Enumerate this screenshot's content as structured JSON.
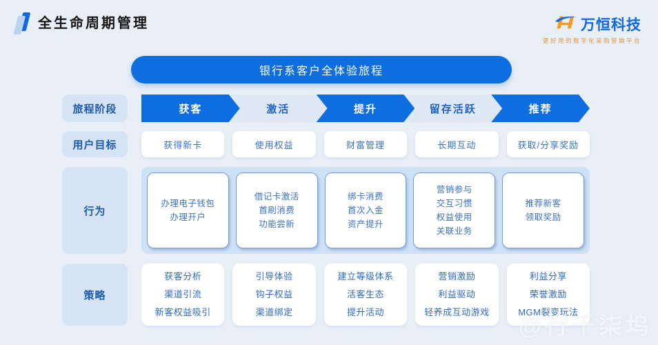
{
  "header": {
    "title": "全生命周期管理",
    "logo": {
      "name": "万恒科技",
      "tagline": "更好用的数字化采购营销平台"
    }
  },
  "banner": {
    "text": "银行系客户全体验旅程"
  },
  "journey": {
    "stage_row_label": "旅程阶段",
    "stages": [
      {
        "label": "获客",
        "emphasis": "solid"
      },
      {
        "label": "激活",
        "emphasis": "light"
      },
      {
        "label": "提升",
        "emphasis": "solid"
      },
      {
        "label": "留存活跃",
        "emphasis": "light"
      },
      {
        "label": "推荐",
        "emphasis": "solid"
      }
    ],
    "goal_row_label": "用户目标",
    "goals": [
      "获得新卡",
      "使用权益",
      "财富管理",
      "长期互动",
      "获取/分享奖励"
    ],
    "behavior_row_label": "行为",
    "behaviors": [
      [
        "办理电子钱包",
        "办理开户"
      ],
      [
        "借记卡激活",
        "首刷消费",
        "功能尝新"
      ],
      [
        "绑卡消费",
        "首次入金",
        "资产提升"
      ],
      [
        "营销参与",
        "交互习惯",
        "权益使用",
        "关联业务"
      ],
      [
        "推荐新客",
        "领取奖励"
      ]
    ],
    "strategy_row_label": "策略",
    "strategies": [
      [
        "获客分析",
        "渠道引流",
        "新客权益吸引"
      ],
      [
        "引导体验",
        "钩子权益",
        "渠道绑定"
      ],
      [
        "建立等级体系",
        "活客生态",
        "提升活动"
      ],
      [
        "营销激励",
        "利益驱动",
        "轻养成互动游戏"
      ],
      [
        "利益分享",
        "荣誉激励",
        "MGM裂变玩法"
      ]
    ]
  },
  "watermark": "@行千柒坞",
  "colors": {
    "accent_blue": "#0e6ddf",
    "light_chevron": "#dfe9f6",
    "label_bg": "#d5e3f4",
    "text_blue": "#2e6ac6",
    "logo_orange": "#f59a23",
    "background": "#e9eff7"
  }
}
